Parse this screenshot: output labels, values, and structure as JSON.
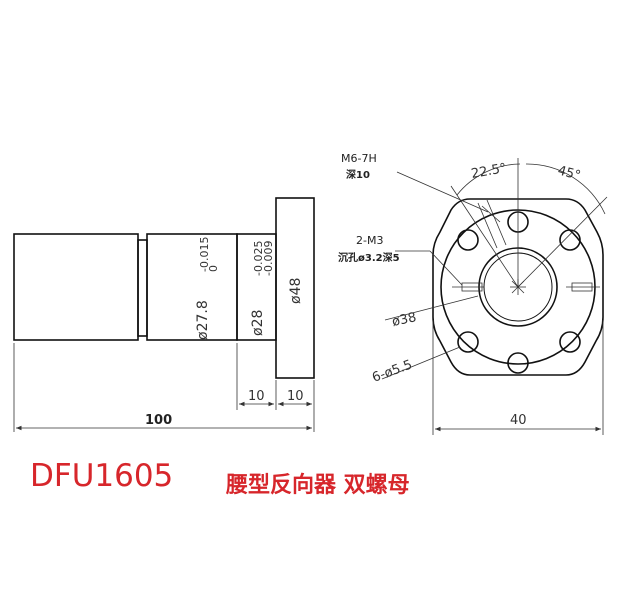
{
  "title": "DFU1605",
  "subtitle": "腰型反向器 双螺母",
  "side_view": {
    "dia_body": "ø27.8",
    "dia_body_tol_upper": "-0.015",
    "dia_body_tol_lower": "0",
    "dia_step": "ø28",
    "dia_step_tol_upper": "-0.025",
    "dia_step_tol_lower": "-0.009",
    "dia_flange": "ø48",
    "len_step": "10",
    "len_flange": "10",
    "len_total": "100"
  },
  "front_view": {
    "callout_m6": "M6-7H",
    "callout_m6_depth": "深10",
    "callout_m3": "2-M3",
    "callout_m3_detail": "沉孔ø3.2深5",
    "angle_small": "22.5°",
    "angle_large": "45°",
    "dia_pcd": "ø38",
    "holes": "6-ø5.5",
    "width": "40"
  },
  "colors": {
    "line": "#111111",
    "dim": "#333333",
    "title": "#d7262b"
  }
}
